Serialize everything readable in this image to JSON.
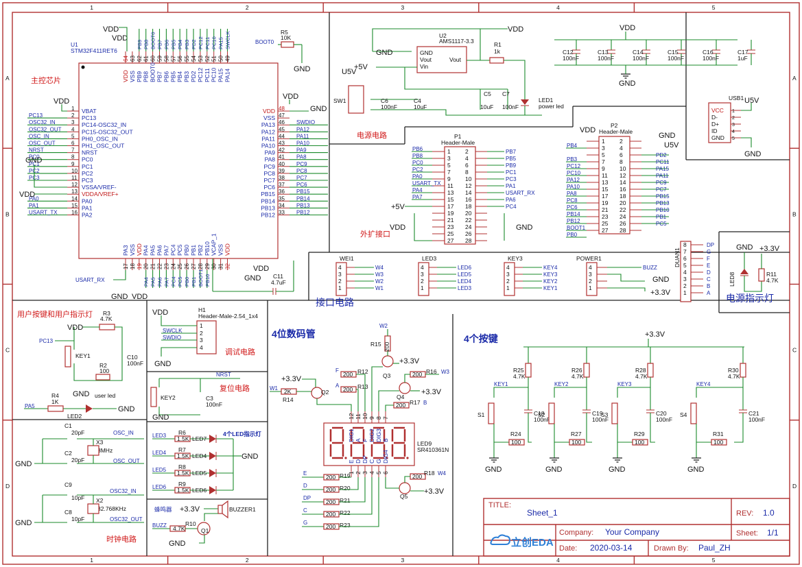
{
  "frame": {
    "col_markers": [
      "1",
      "2",
      "3",
      "4",
      "5"
    ],
    "row_markers": [
      "A",
      "B",
      "C",
      "D"
    ]
  },
  "sections": {
    "main_chip": "主控芯片",
    "power_circuit": "电源电路",
    "expansion": "外扩接口",
    "interface": "接口电路",
    "power_led": "电源指示灯",
    "user_key_led": "用户按键和用户指示灯",
    "debug": "调试电路",
    "reset": "复位电路",
    "clock": "时钟电路",
    "seg_display": "4位数码管",
    "four_keys": "4个按键",
    "led_label": "4个LED指示灯",
    "buzzer_label": "蜂鸣器"
  },
  "mcu": {
    "ref": "U1",
    "part": "STM32F411RET6",
    "left_pins": [
      {
        "num": "1",
        "name": "VBAT",
        "net": ""
      },
      {
        "num": "2",
        "name": "PC13",
        "net": "PC13"
      },
      {
        "num": "3",
        "name": "PC14-OSC32_IN",
        "net": "OSC32_IN"
      },
      {
        "num": "4",
        "name": "PC15-OSC32_OUT",
        "net": "OSC32_OUT"
      },
      {
        "num": "5",
        "name": "PH0_OSC_IN",
        "net": "OSC_IN"
      },
      {
        "num": "6",
        "name": "PH1_OSC_OUT",
        "net": "OSC_OUT"
      },
      {
        "num": "7",
        "name": "NRST",
        "net": "NRST"
      },
      {
        "num": "8",
        "name": "PC0",
        "net": "PC0"
      },
      {
        "num": "9",
        "name": "PC1",
        "net": "PC1"
      },
      {
        "num": "10",
        "name": "PC2",
        "net": "PC2"
      },
      {
        "num": "11",
        "name": "PC3",
        "net": "PC3"
      },
      {
        "num": "12",
        "name": "VSSA/VREF-",
        "net": ""
      },
      {
        "num": "13",
        "name": "VDDA/VREF+",
        "net": ""
      },
      {
        "num": "14",
        "name": "PA0",
        "net": "PA0"
      },
      {
        "num": "15",
        "name": "PA1",
        "net": "PA1"
      },
      {
        "num": "16",
        "name": "PA2",
        "net": "USART_TX"
      }
    ],
    "right_pins": [
      {
        "num": "48",
        "name": "VDD",
        "net": ""
      },
      {
        "num": "47",
        "name": "VSS",
        "net": ""
      },
      {
        "num": "46",
        "name": "PA13",
        "net": "SWDIO"
      },
      {
        "num": "45",
        "name": "PA12",
        "net": "PA12"
      },
      {
        "num": "44",
        "name": "PA11",
        "net": "PA11"
      },
      {
        "num": "43",
        "name": "PA10",
        "net": "PA10"
      },
      {
        "num": "42",
        "name": "PA9",
        "net": "PA9"
      },
      {
        "num": "41",
        "name": "PA8",
        "net": "PA8"
      },
      {
        "num": "40",
        "name": "PC9",
        "net": "PC9"
      },
      {
        "num": "39",
        "name": "PC8",
        "net": "PC8"
      },
      {
        "num": "38",
        "name": "PC7",
        "net": "PC7"
      },
      {
        "num": "37",
        "name": "PC6",
        "net": "PC6"
      },
      {
        "num": "36",
        "name": "PB15",
        "net": "PB15"
      },
      {
        "num": "35",
        "name": "PB14",
        "net": "PB14"
      },
      {
        "num": "34",
        "name": "PB13",
        "net": "PB13"
      },
      {
        "num": "33",
        "name": "PB12",
        "net": "PB12"
      }
    ],
    "top_pins": [
      {
        "num": "64",
        "name": "VDD",
        "net": ""
      },
      {
        "num": "63",
        "name": "VSS",
        "net": ""
      },
      {
        "num": "62",
        "name": "PB9",
        "net": "PB9"
      },
      {
        "num": "61",
        "name": "PB8",
        "net": "PB8"
      },
      {
        "num": "60",
        "name": "BOOT0",
        "net": "BOOT0"
      },
      {
        "num": "59",
        "name": "PB7",
        "net": "PB7"
      },
      {
        "num": "58",
        "name": "PB6",
        "net": "PB6"
      },
      {
        "num": "57",
        "name": "PB5",
        "net": "PB5"
      },
      {
        "num": "56",
        "name": "PB4",
        "net": "PB4"
      },
      {
        "num": "55",
        "name": "PB3",
        "net": "PB3"
      },
      {
        "num": "54",
        "name": "PD2",
        "net": "PD2"
      },
      {
        "num": "53",
        "name": "PC12",
        "net": "PC12"
      },
      {
        "num": "52",
        "name": "PC11",
        "net": "PC11"
      },
      {
        "num": "51",
        "name": "PC10",
        "net": "PC10"
      },
      {
        "num": "50",
        "name": "PA15",
        "net": "PA15"
      },
      {
        "num": "49",
        "name": "PA14",
        "net": "SWCLK"
      }
    ],
    "bottom_pins": [
      {
        "num": "17",
        "name": "PA3",
        "net": "USART_RX"
      },
      {
        "num": "18",
        "name": "VSS",
        "net": ""
      },
      {
        "num": "19",
        "name": "VDD",
        "net": ""
      },
      {
        "num": "20",
        "name": "PA4",
        "net": "PA4"
      },
      {
        "num": "21",
        "name": "PA5",
        "net": "PA5"
      },
      {
        "num": "22",
        "name": "PA6",
        "net": "PA6"
      },
      {
        "num": "23",
        "name": "PA7",
        "net": "PA7"
      },
      {
        "num": "24",
        "name": "PC4",
        "net": "PC4"
      },
      {
        "num": "25",
        "name": "PC5",
        "net": "PC5"
      },
      {
        "num": "26",
        "name": "PB0",
        "net": "PB0"
      },
      {
        "num": "27",
        "name": "PB1",
        "net": "PB1"
      },
      {
        "num": "28",
        "name": "PB2",
        "net": "BOOT1"
      },
      {
        "num": "29",
        "name": "PB10",
        "net": "PB10"
      },
      {
        "num": "30",
        "name": "VCAP_1",
        "net": ""
      },
      {
        "num": "31",
        "name": "VSS",
        "net": ""
      },
      {
        "num": "32",
        "name": "VDD",
        "net": ""
      }
    ]
  },
  "power_nets": {
    "vdd": "VDD",
    "gnd": "GND",
    "v33": "+3.3V",
    "v5": "+5V",
    "u5v": "U5V"
  },
  "components": {
    "R5": {
      "ref": "R5",
      "val": "10K"
    },
    "C11": {
      "ref": "C11",
      "val": "4.7uF"
    },
    "U2": {
      "ref": "U2",
      "part": "AMS1117-3.3",
      "p_gnd": "GND",
      "p_vout": "Vout",
      "p_vin": "Vin",
      "p_vout2": "Vout"
    },
    "R1": {
      "ref": "R1",
      "val": "1k"
    },
    "LED1": {
      "ref": "LED1",
      "val": "power led"
    },
    "SW1": {
      "ref": "SW1"
    },
    "C6": {
      "ref": "C6",
      "val": "100nF"
    },
    "C4": {
      "ref": "C4",
      "val": "10uF"
    },
    "C5": {
      "ref": "C5",
      "val": "10uF"
    },
    "C7": {
      "ref": "C7",
      "val": "100nF"
    },
    "C12": {
      "ref": "C12",
      "val": "100nF"
    },
    "C13": {
      "ref": "C13",
      "val": "100nF"
    },
    "C14": {
      "ref": "C14",
      "val": "100nF"
    },
    "C15": {
      "ref": "C15",
      "val": "100nF"
    },
    "C16": {
      "ref": "C16",
      "val": "100nF"
    },
    "C17": {
      "ref": "C17",
      "val": "1uF"
    },
    "USB1": {
      "ref": "USB1",
      "pins": [
        "VCC",
        "D-",
        "D+",
        "ID",
        "GND"
      ]
    },
    "P1": {
      "ref": "P1",
      "part": "Header-Male"
    },
    "P2": {
      "ref": "P2",
      "part": "Header-Male"
    },
    "WEI1": {
      "ref": "WEI1"
    },
    "LED3": {
      "ref": "LED3"
    },
    "KEY3": {
      "ref": "KEY3"
    },
    "POWER1": {
      "ref": "POWER1"
    },
    "DUAN1": {
      "ref": "DUAN1"
    },
    "LED8": {
      "ref": "LED8"
    },
    "R11": {
      "ref": "R11",
      "val": "4.7K"
    },
    "R3": {
      "ref": "R3",
      "val": "4.7K"
    },
    "KEY1": {
      "ref": "KEY1"
    },
    "R2": {
      "ref": "R2",
      "val": "100"
    },
    "C10": {
      "ref": "C10",
      "val": "100nF"
    },
    "R4": {
      "ref": "R4",
      "val": "1K"
    },
    "LED2": {
      "ref": "LED2",
      "val": "user led"
    },
    "H1": {
      "ref": "H1",
      "part": "Header-Male-2.54_1x4"
    },
    "KEY2": {
      "ref": "KEY2"
    },
    "C3": {
      "ref": "C3",
      "val": "100nF"
    },
    "C1": {
      "ref": "C1",
      "val": "20pF"
    },
    "C2": {
      "ref": "C2",
      "val": "20pF"
    },
    "X3": {
      "ref": "X3",
      "val": "8MHz"
    },
    "C9": {
      "ref": "C9",
      "val": "10pF"
    },
    "C8": {
      "ref": "C8",
      "val": "10pF"
    },
    "X2": {
      "ref": "X2",
      "val": "32.768KHz"
    },
    "R6": {
      "ref": "R6",
      "val": "1.5K"
    },
    "R7": {
      "ref": "R7",
      "val": "1.5K"
    },
    "R8": {
      "ref": "R8",
      "val": "1.5K"
    },
    "R9": {
      "ref": "R9",
      "val": "1.5K"
    },
    "LED7": {
      "ref": "LED7"
    },
    "LED4": {
      "ref": "LED4"
    },
    "LED5": {
      "ref": "LED5"
    },
    "LED6": {
      "ref": "LED6"
    },
    "BUZZER1": {
      "ref": "BUZZER1"
    },
    "R10": {
      "ref": "R10",
      "val": "4.7K"
    },
    "Q1": {
      "ref": "Q1"
    },
    "R15": {
      "ref": "R15",
      "val": "200"
    },
    "Q3": {
      "ref": "Q3"
    },
    "R12": {
      "ref": "R12",
      "val": "200"
    },
    "R13": {
      "ref": "R13",
      "val": "200"
    },
    "R14": {
      "ref": "R14",
      "val": "2K"
    },
    "Q2": {
      "ref": "Q2"
    },
    "R16": {
      "ref": "R16",
      "val": "200"
    },
    "Q4": {
      "ref": "Q4"
    },
    "R17": {
      "ref": "R17",
      "val": "200"
    },
    "LED9": {
      "ref": "LED9",
      "part": "SR410361N"
    },
    "R18": {
      "ref": "R18",
      "val": "200"
    },
    "Q5": {
      "ref": "Q5"
    },
    "R19": {
      "ref": "R19",
      "val": "200"
    },
    "R20": {
      "ref": "R20",
      "val": "200"
    },
    "R21": {
      "ref": "R21",
      "val": "200"
    },
    "R22": {
      "ref": "R22",
      "val": "200"
    },
    "R23": {
      "ref": "R23",
      "val": "200"
    },
    "R25": {
      "ref": "R25",
      "val": "4.7K"
    },
    "R26": {
      "ref": "R26",
      "val": "4.7K"
    },
    "R28": {
      "ref": "R28",
      "val": "4.7K"
    },
    "R30": {
      "ref": "R30",
      "val": "4.7K"
    },
    "C18": {
      "ref": "C18",
      "val": "100nF"
    },
    "C19": {
      "ref": "C19",
      "val": "100nF"
    },
    "C20": {
      "ref": "C20",
      "val": "100nF"
    },
    "C21": {
      "ref": "C21",
      "val": "100nF"
    },
    "R24": {
      "ref": "R24",
      "val": "100"
    },
    "R27": {
      "ref": "R27",
      "val": "100"
    },
    "R29": {
      "ref": "R29",
      "val": "100"
    },
    "R31": {
      "ref": "R31",
      "val": "100"
    },
    "S1": {
      "ref": "S1"
    },
    "S2": {
      "ref": "S2"
    },
    "S3": {
      "ref": "S3"
    },
    "S4": {
      "ref": "S4"
    }
  },
  "p1_left": [
    "PB6",
    "PB8",
    "PC0",
    "PC2",
    "PA0",
    "USART_TX",
    "PA4",
    "PA7"
  ],
  "p1_right": [
    "PB7",
    "PB5",
    "PB9",
    "PC1",
    "PC3",
    "PA1",
    "USART_RX",
    "PA6",
    "PC4"
  ],
  "p2_left": [
    "PB4",
    "PB3",
    "PC12",
    "PC10",
    "PA12",
    "PA10",
    "PA8",
    "PC8",
    "PC6",
    "PB14",
    "PB12",
    "BOOT1",
    "PB0"
  ],
  "p2_right": [
    "PD2",
    "PC11",
    "PA15",
    "PA11",
    "PC9",
    "PC7",
    "PB15",
    "PB13",
    "PB10",
    "PB1",
    "PC5"
  ],
  "wei_nets": [
    "W4",
    "W3",
    "W2",
    "W1"
  ],
  "led3_nets": [
    "LED6",
    "LED5",
    "LED4",
    "LED3"
  ],
  "key3_nets": [
    "KEY4",
    "KEY3",
    "KEY2",
    "KEY1"
  ],
  "duan_pins": [
    "DP",
    "G",
    "F",
    "E",
    "D",
    "C",
    "B",
    "A"
  ],
  "seg_nets": [
    "E",
    "D",
    "DP",
    "C",
    "G"
  ],
  "seg_pins_top": [
    "12",
    "11",
    "10",
    "9",
    "8",
    "7"
  ],
  "seg_pins_bot": [
    "1",
    "2",
    "3",
    "4",
    "5",
    "6"
  ],
  "seg_labels_top": [
    "DIG1",
    "A",
    "F",
    "DIG2",
    "DIG3",
    "B"
  ],
  "seg_labels_bot": [
    "E",
    "D",
    "DP",
    "C",
    "G",
    "DIG4"
  ],
  "title_block": {
    "title_label": "TITLE:",
    "title": "Sheet_1",
    "rev_label": "REV:",
    "rev": "1.0",
    "company_label": "Company:",
    "company": "Your Company",
    "sheet_label": "Sheet:",
    "sheet": "1/1",
    "date_label": "Date:",
    "date": "2020-03-14",
    "drawn_label": "Drawn By:",
    "drawn_by": "Paul_ZH",
    "logo": "立创EDA"
  }
}
